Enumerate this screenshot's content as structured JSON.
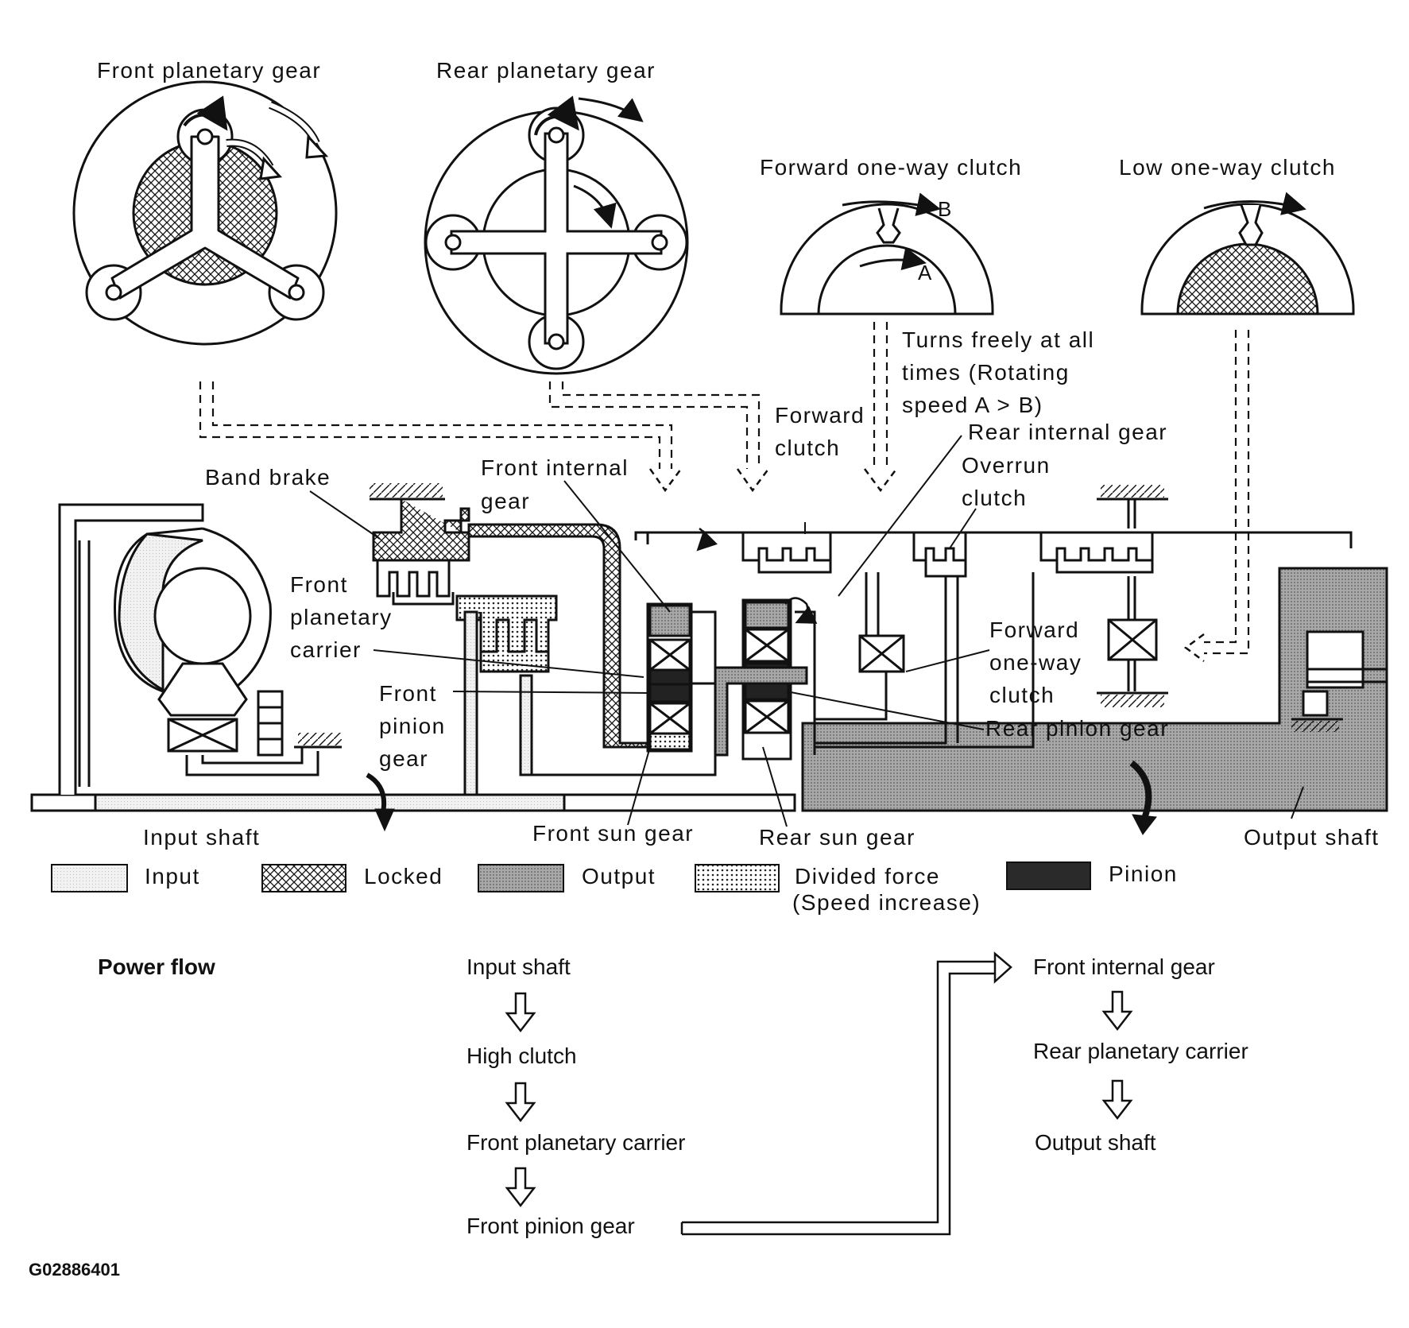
{
  "gears": {
    "front_planetary": "Front planetary gear",
    "rear_planetary": "Rear planetary gear",
    "forward_owc": "Forward one-way clutch",
    "low_owc": "Low one-way clutch",
    "letter_a": "A",
    "letter_b": "B"
  },
  "note": [
    "Turns freely at all",
    "times (Rotating",
    "speed A > B)"
  ],
  "labels": {
    "forward_clutch": [
      "Forward",
      "clutch"
    ],
    "rear_internal_gear": "Rear internal gear",
    "overrun_clutch": [
      "Overrun",
      "clutch"
    ],
    "band_brake": "Band brake",
    "front_internal_gear": [
      "Front internal",
      "gear"
    ],
    "front_planetary_carrier": [
      "Front",
      "planetary",
      "carrier"
    ],
    "front_pinion_gear": [
      "Front",
      "pinion",
      "gear"
    ],
    "forward_owc_lbl": [
      "Forward",
      "one-way",
      "clutch"
    ],
    "rear_pinion_gear": "Rear pinion gear",
    "input_shaft": "Input shaft",
    "front_sun_gear": "Front sun gear",
    "rear_sun_gear": "Rear sun gear",
    "output_shaft": "Output shaft"
  },
  "legend": {
    "input": "Input",
    "locked": "Locked",
    "output": "Output",
    "divided": [
      "Divided force",
      "(Speed increase)"
    ],
    "pinion": "Pinion"
  },
  "power_flow": {
    "title": "Power flow",
    "col1": [
      "Input shaft",
      "High clutch",
      "Front planetary carrier",
      "Front pinion gear"
    ],
    "col2": [
      "Front internal gear",
      "Rear planetary carrier",
      "Output shaft"
    ]
  },
  "figure_id": "G02886401",
  "colors": {
    "line": "#111111",
    "output_fill": "#9a9a9a",
    "pinion_fill": "#222222",
    "input_fill": "#e4e4e4"
  }
}
